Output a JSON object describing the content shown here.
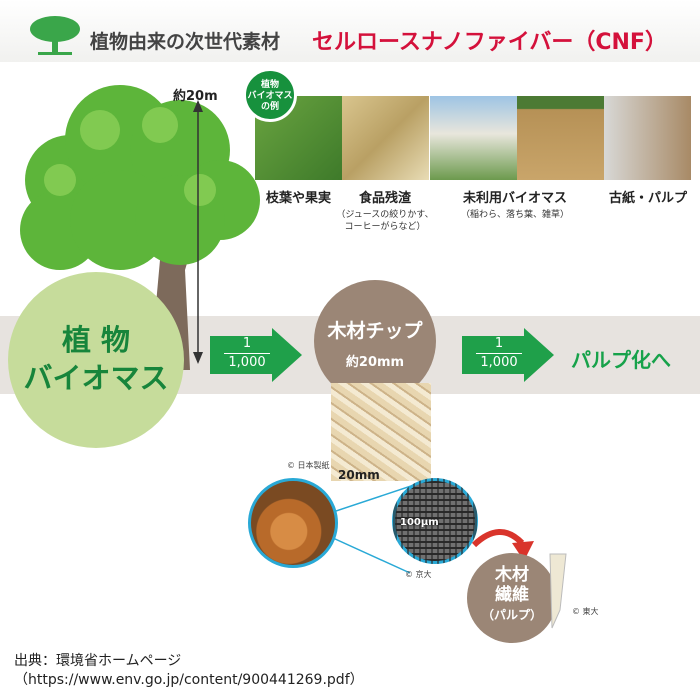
{
  "header": {
    "title_prefix": "植物由来の次世代素材",
    "title_main": "セルロースナノファイバー（CNF）"
  },
  "colors": {
    "title_red": "#d4113b",
    "green": "#17a24a",
    "brown": "#9b8676",
    "light_green": "#c6dc9b"
  },
  "tree": {
    "height_label": "約20m"
  },
  "biomass_examples": {
    "badge": [
      "植物",
      "バイオマス",
      "の例"
    ],
    "items": [
      {
        "label": "枝葉や果実",
        "note": ""
      },
      {
        "label": "食品残渣",
        "note": "（ジュースの絞りかす、\nコーヒーがらなど）"
      },
      {
        "label": "未利用バイオマス",
        "note": "（稲わら、落ち葉、雑草）"
      },
      {
        "label": "古紙・パルプ",
        "note": ""
      }
    ]
  },
  "flow": {
    "source": [
      "植 物",
      "バイオマス"
    ],
    "arrow1": {
      "numerator": "1",
      "denominator": "1,000"
    },
    "chip": {
      "title": "木材チップ",
      "size": "約20mm"
    },
    "arrow2": {
      "numerator": "1",
      "denominator": "1,000"
    },
    "result": "パルプ化へ"
  },
  "details": {
    "chip_scale": "20mm",
    "chip_credit": "© 日本製紙",
    "micro_scale": "100μm",
    "micro_credit": "© 京大",
    "fiber": [
      "木材",
      "繊維",
      "（パルプ）"
    ],
    "fiber_credit": "© 東大"
  },
  "source": {
    "line1": "出典：環境省ホームページ",
    "line2": "（https://www.env.go.jp/content/900441269.pdf）"
  }
}
